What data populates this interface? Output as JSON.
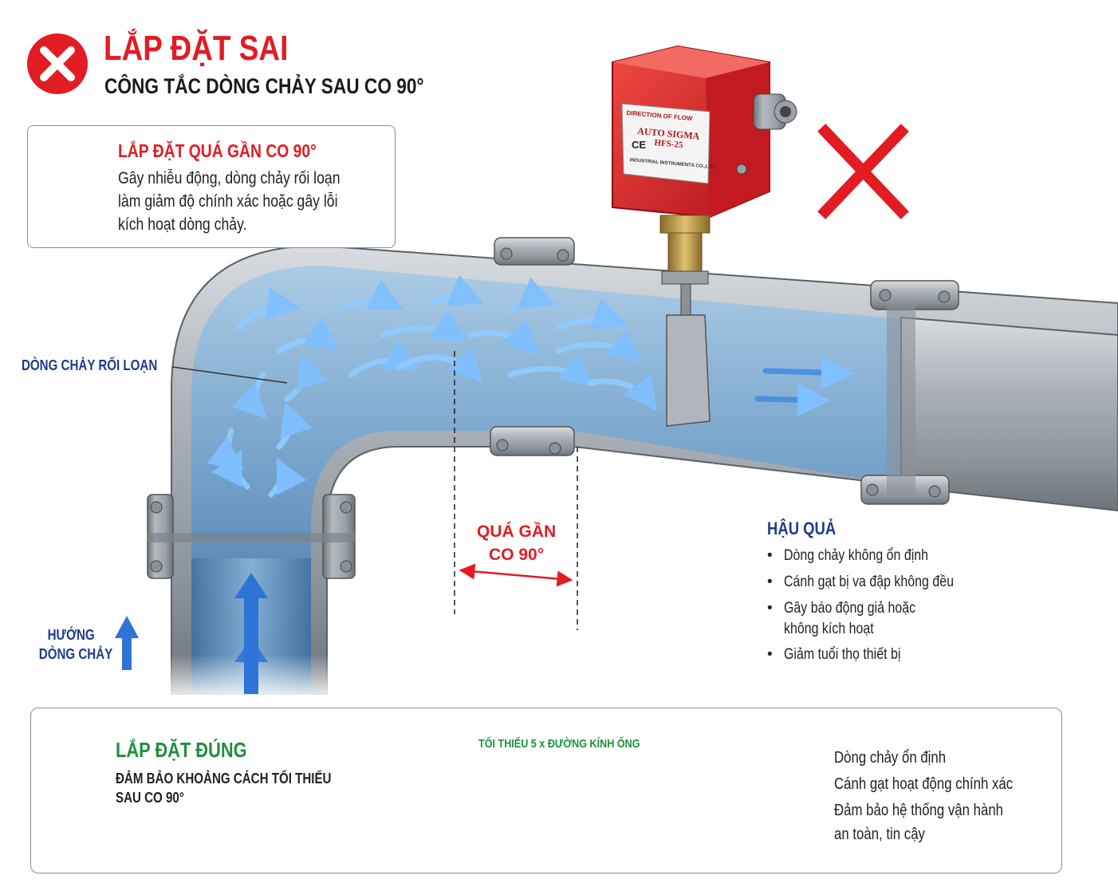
{
  "header": {
    "title": "LẮP ĐẶT SAI",
    "subtitle": "CÔNG TẮC DÒNG CHẢY SAU CO 90°"
  },
  "warning": {
    "title": "LẮP ĐẶT QUÁ GẦN CO 90°",
    "lines": [
      "Gây nhiễu động, dòng chảy rối loạn",
      "làm giảm độ chính xác hoặc gây lỗi",
      "kích hoạt dòng chảy."
    ]
  },
  "labels": {
    "turbulence": "DÒNG CHẢY RỐI LOẠN",
    "flow_dir": [
      "HƯỚNG",
      "DÒNG CHẢY"
    ],
    "too_close": [
      "QUÁ GẦN",
      "CO 90°"
    ]
  },
  "device": {
    "plate": "DIRECTION OF FLOW",
    "brand": "AUTO SIGMA",
    "model": "HFS-25",
    "ce": "CE",
    "maker": "INDUSTRIAL INSTRUMENTS CO.,LTD."
  },
  "consequences": {
    "title": "HẬU QUẢ",
    "items": [
      "Dòng chảy không ổn định",
      "Cánh gạt bị va đập không đều",
      "Gây báo động giả hoặc",
      "không kích hoạt",
      "Giảm tuổi thọ thiết bị"
    ]
  },
  "correct": {
    "title": "LẮP ĐẶT ĐÚNG",
    "sub": [
      "ĐẢM BẢO KHOẢNG CÁCH TỐI THIỂU",
      "SAU CO 90°"
    ],
    "min_distance": "TỐI THIỂU 5 x ĐƯỜNG KÍNH ỐNG",
    "results": [
      "Dòng chảy ổn định",
      "Cánh gạt hoạt động chính xác",
      "Đảm bảo hệ thống vận hành",
      "an toàn, tin cậy"
    ]
  },
  "colors": {
    "red": "#e31b23",
    "blue": "#1d3b8f",
    "green": "#1e8f3c"
  }
}
